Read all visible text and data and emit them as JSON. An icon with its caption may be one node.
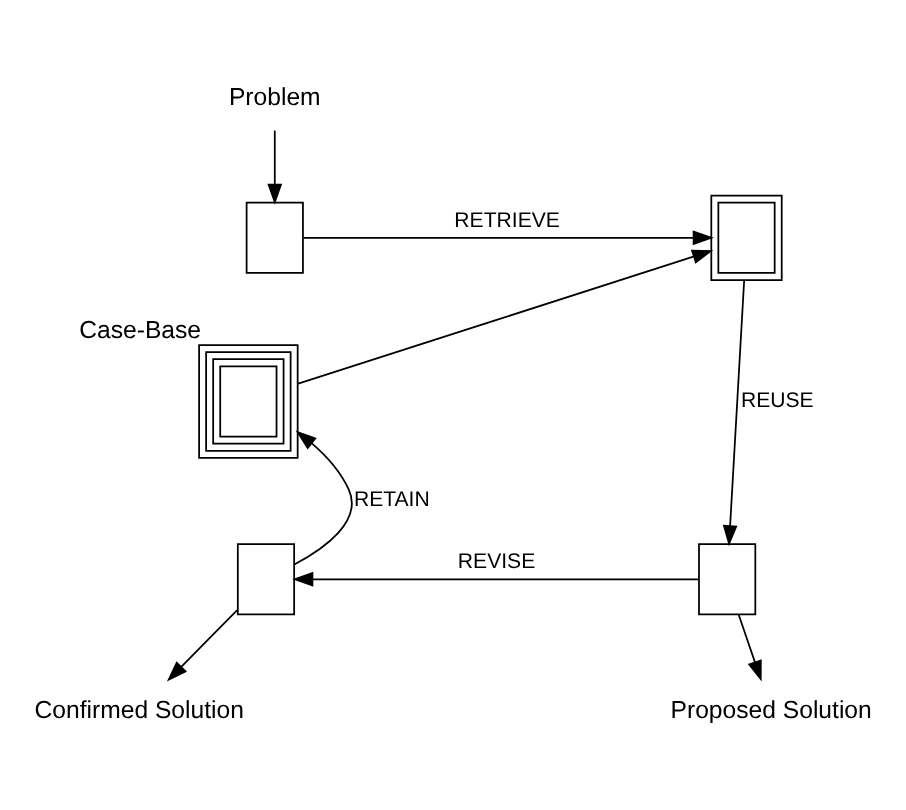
{
  "diagram": {
    "nodes": [
      {
        "text": [
          "Problem"
        ]
      },
      {
        "text": [],
        "shape": "box"
      },
      {
        "text": [],
        "shape": "box"
      },
      {
        "text": [],
        "shape": "box",
        "beside": [
          "Case-Base"
        ]
      },
      {
        "text": [],
        "shape": "box"
      },
      {
        "text": [
          "Proposed Solution"
        ]
      },
      {
        "text": [],
        "shape": "box"
      },
      {
        "text": [
          "Confirmed Solution"
        ]
      }
    ],
    "edges": [
      {
        "from": 0,
        "to": 1,
        "arrow": "to"
      },
      {
        "from": 1,
        "to": 2,
        "arrow": "to",
        "label": "RETRIEVE"
      },
      {
        "from": 2,
        "to": 4,
        "arrow": "to",
        "label": "REUSE"
      },
      {
        "from": 4,
        "to": 6,
        "arrow": "to",
        "label": "REVISE"
      },
      {
        "from": 6,
        "to": 3,
        "arrow": "to",
        "label": "RETAIN"
      },
      {
        "from": 3,
        "to": 2,
        "arrow": "to"
      },
      {
        "from": 4,
        "to": 5,
        "arrow": "to"
      },
      {
        "from": 6,
        "to": 7,
        "arrow": "to"
      }
    ]
  }
}
